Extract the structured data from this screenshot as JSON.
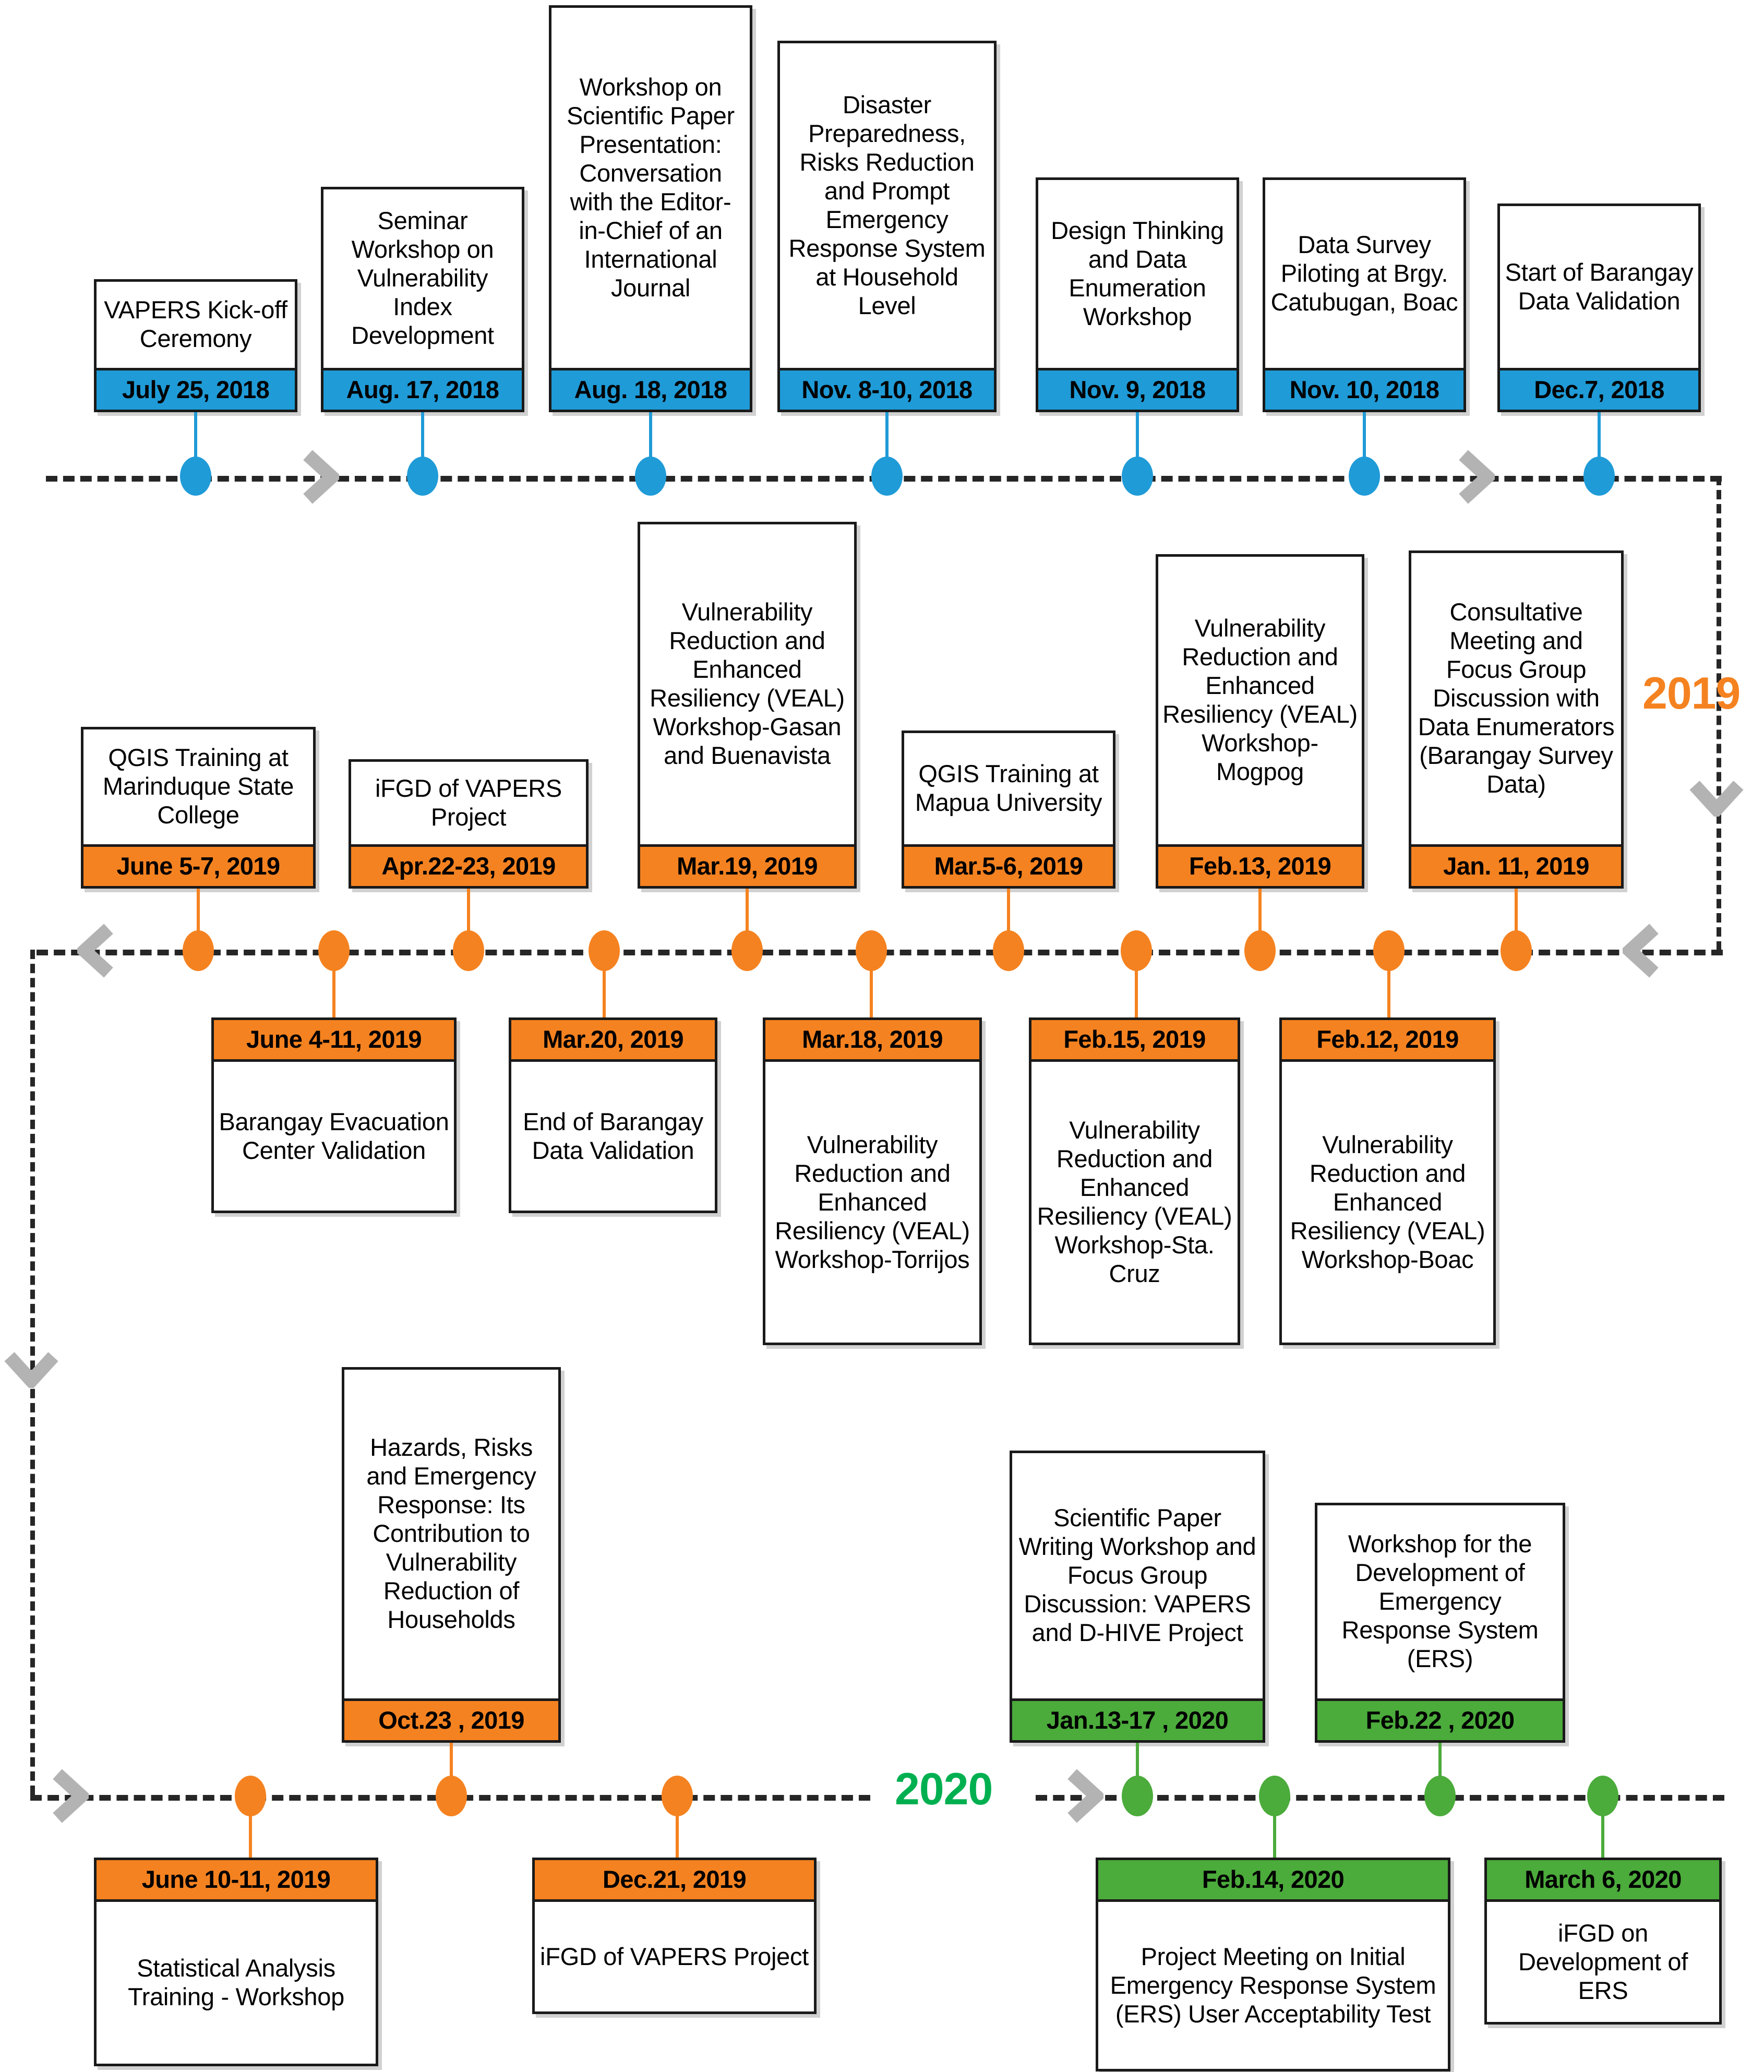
{
  "colors": {
    "blue": "#1f9bd7",
    "orange": "#f58220",
    "green": "#4bab3b",
    "year_2019": "#f58220",
    "year_2020": "#00b050",
    "axis": "#262626",
    "arrow": "#b3b3b3"
  },
  "year_labels": {
    "y2019": "2019",
    "y2020": "2020"
  },
  "rows": [
    {
      "id": "row-2018",
      "color": "blue",
      "events": [
        {
          "title": "VAPERS Kick-off Ceremony",
          "date": "July 25, 2018"
        },
        {
          "title": "Seminar Workshop on Vulnerability Index Development",
          "date": "Aug. 17, 2018"
        },
        {
          "title": "Workshop on Scientific Paper Presentation: Conversation with the Editor- in-Chief of an International Journal",
          "date": "Aug. 18, 2018"
        },
        {
          "title": "Disaster Preparedness, Risks Reduction and Prompt Emergency Response System at Household Level",
          "date": "Nov. 8-10, 2018"
        },
        {
          "title": "Design Thinking and Data Enumeration Workshop",
          "date": "Nov. 9, 2018"
        },
        {
          "title": "Data Survey Piloting at Brgy. Catubugan, Boac",
          "date": "Nov. 10, 2018"
        },
        {
          "title": "Start of Barangay Data Validation",
          "date": "Dec.7, 2018"
        }
      ]
    },
    {
      "id": "row-2019-upper",
      "color": "orange",
      "events_above": [
        {
          "title": "QGIS Training at Marinduque State College",
          "date": "June 5-7, 2019"
        },
        {
          "title": "iFGD of VAPERS Project",
          "date": "Apr.22-23, 2019"
        },
        {
          "title": "Vulnerability Reduction and Enhanced Resiliency (VEAL) Workshop-Gasan and Buenavista",
          "date": "Mar.19, 2019"
        },
        {
          "title": "QGIS Training at Mapua University",
          "date": "Mar.5-6, 2019"
        },
        {
          "title": "Vulnerability Reduction and Enhanced Resiliency (VEAL) Workshop-Mogpog",
          "date": "Feb.13, 2019"
        },
        {
          "title": "Consultative Meeting and Focus Group Discussion with Data Enumerators (Barangay Survey Data)",
          "date": "Jan. 11, 2019"
        }
      ],
      "events_below": [
        {
          "date": "June 4-11, 2019",
          "title": "Barangay Evacuation Center Validation"
        },
        {
          "date": "Mar.20, 2019",
          "title": "End of Barangay Data Validation"
        },
        {
          "date": "Mar.18, 2019",
          "title": "Vulnerability Reduction and Enhanced Resiliency (VEAL) Workshop-Torrijos"
        },
        {
          "date": "Feb.15, 2019",
          "title": "Vulnerability Reduction and Enhanced Resiliency (VEAL) Workshop-Sta. Cruz"
        },
        {
          "date": "Feb.12, 2019",
          "title": "Vulnerability Reduction and Enhanced Resiliency (VEAL) Workshop-Boac"
        }
      ]
    },
    {
      "id": "row-bottom",
      "events_above": [
        {
          "color": "orange",
          "title": "Hazards, Risks and Emergency Response: Its Contribution to Vulnerability Reduction of Households",
          "date": "Oct.23 , 2019"
        },
        {
          "color": "green",
          "title": "Scientific Paper Writing Workshop and Focus Group Discussion: VAPERS and D-HIVE Project",
          "date": "Jan.13-17 , 2020"
        },
        {
          "color": "green",
          "title": "Workshop for the Development of Emergency Response System (ERS)",
          "date": "Feb.22 , 2020"
        }
      ],
      "events_below": [
        {
          "color": "orange",
          "date": "June 10-11, 2019",
          "title": "Statistical Analysis Training - Workshop"
        },
        {
          "color": "orange",
          "date": "Dec.21, 2019",
          "title": "iFGD of VAPERS Project"
        },
        {
          "color": "green",
          "date": "Feb.14, 2020",
          "title": "Project Meeting on Initial Emergency Response System (ERS) User Acceptability Test"
        },
        {
          "color": "green",
          "date": "March 6, 2020",
          "title": "iFGD on Development of ERS"
        }
      ]
    }
  ]
}
